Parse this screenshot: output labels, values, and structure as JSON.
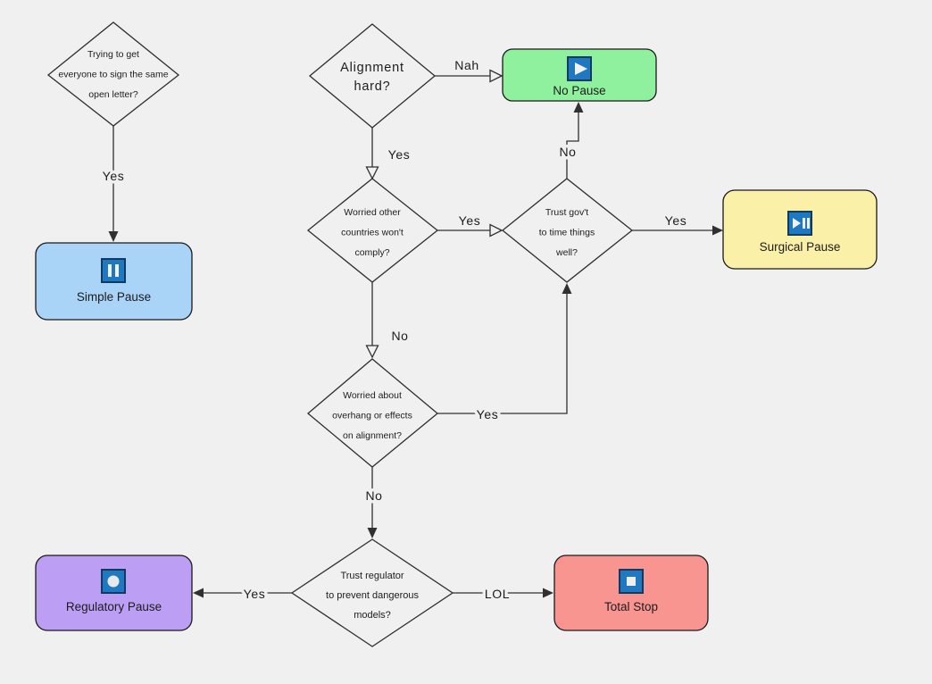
{
  "colors": {
    "background": "#f0f0f0",
    "simple_pause_fill": "#aad3f8",
    "no_pause_fill": "#8ff09d",
    "surgical_pause_fill": "#fbf0a7",
    "regulatory_pause_fill": "#bd9ef5",
    "total_stop_fill": "#f99591",
    "icon_blue": "#1e78c2",
    "icon_glyph_white": "#f2f2f2"
  },
  "decisions": {
    "open_letter": {
      "lines": [
        "Trying to get",
        "everyone to sign the same",
        "open letter?"
      ]
    },
    "alignment_hard": {
      "lines": [
        "Alignment",
        "hard?"
      ]
    },
    "countries_comply": {
      "lines": [
        "Worried other",
        "countries won't",
        "comply?"
      ]
    },
    "trust_govt": {
      "lines": [
        "Trust gov't",
        "to time things",
        "well?"
      ]
    },
    "overhang": {
      "lines": [
        "Worried about",
        "overhang or effects",
        "on alignment?"
      ]
    },
    "trust_regulator": {
      "lines": [
        "Trust regulator",
        "to prevent dangerous",
        "models?"
      ]
    }
  },
  "outcomes": {
    "simple_pause": {
      "label": "Simple Pause",
      "icon": "pause-icon"
    },
    "no_pause": {
      "label": "No Pause",
      "icon": "play-icon"
    },
    "surgical_pause": {
      "label": "Surgical Pause",
      "icon": "play-pause-icon"
    },
    "regulatory_pause": {
      "label": "Regulatory Pause",
      "icon": "record-icon"
    },
    "total_stop": {
      "label": "Total Stop",
      "icon": "stop-icon"
    }
  },
  "edge_labels": {
    "open_letter_yes": "Yes",
    "alignment_nah": "Nah",
    "alignment_yes": "Yes",
    "countries_yes": "Yes",
    "countries_no": "No",
    "trust_govt_yes": "Yes",
    "trust_govt_no": "No",
    "overhang_yes": "Yes",
    "overhang_no": "No",
    "regulator_yes": "Yes",
    "regulator_lol": "LOL"
  }
}
